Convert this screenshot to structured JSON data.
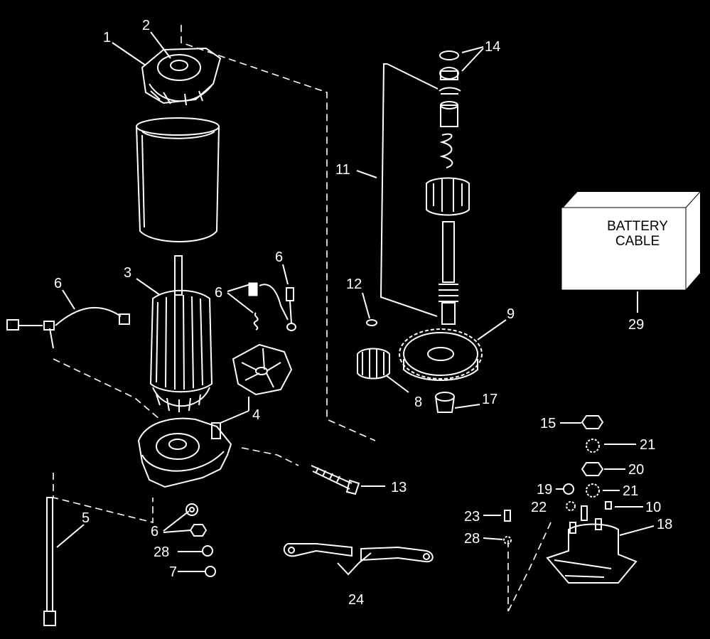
{
  "box": {
    "line1": "BATTERY",
    "line2": "CABLE"
  },
  "labels": {
    "p1": "1",
    "p2": "2",
    "p3": "3",
    "p4": "4",
    "p5": "5",
    "p6a": "6",
    "p6b": "6",
    "p6c": "6",
    "p6d": "6",
    "p7": "7",
    "p8": "8",
    "p9": "9",
    "p10": "10",
    "p11": "11",
    "p12": "12",
    "p13": "13",
    "p14": "14",
    "p15": "15",
    "p17": "17",
    "p18": "18",
    "p19": "19",
    "p20": "20",
    "p21a": "21",
    "p21b": "21",
    "p22": "22",
    "p23": "23",
    "p24": "24",
    "p28a": "28",
    "p28b": "28",
    "p29": "29"
  }
}
